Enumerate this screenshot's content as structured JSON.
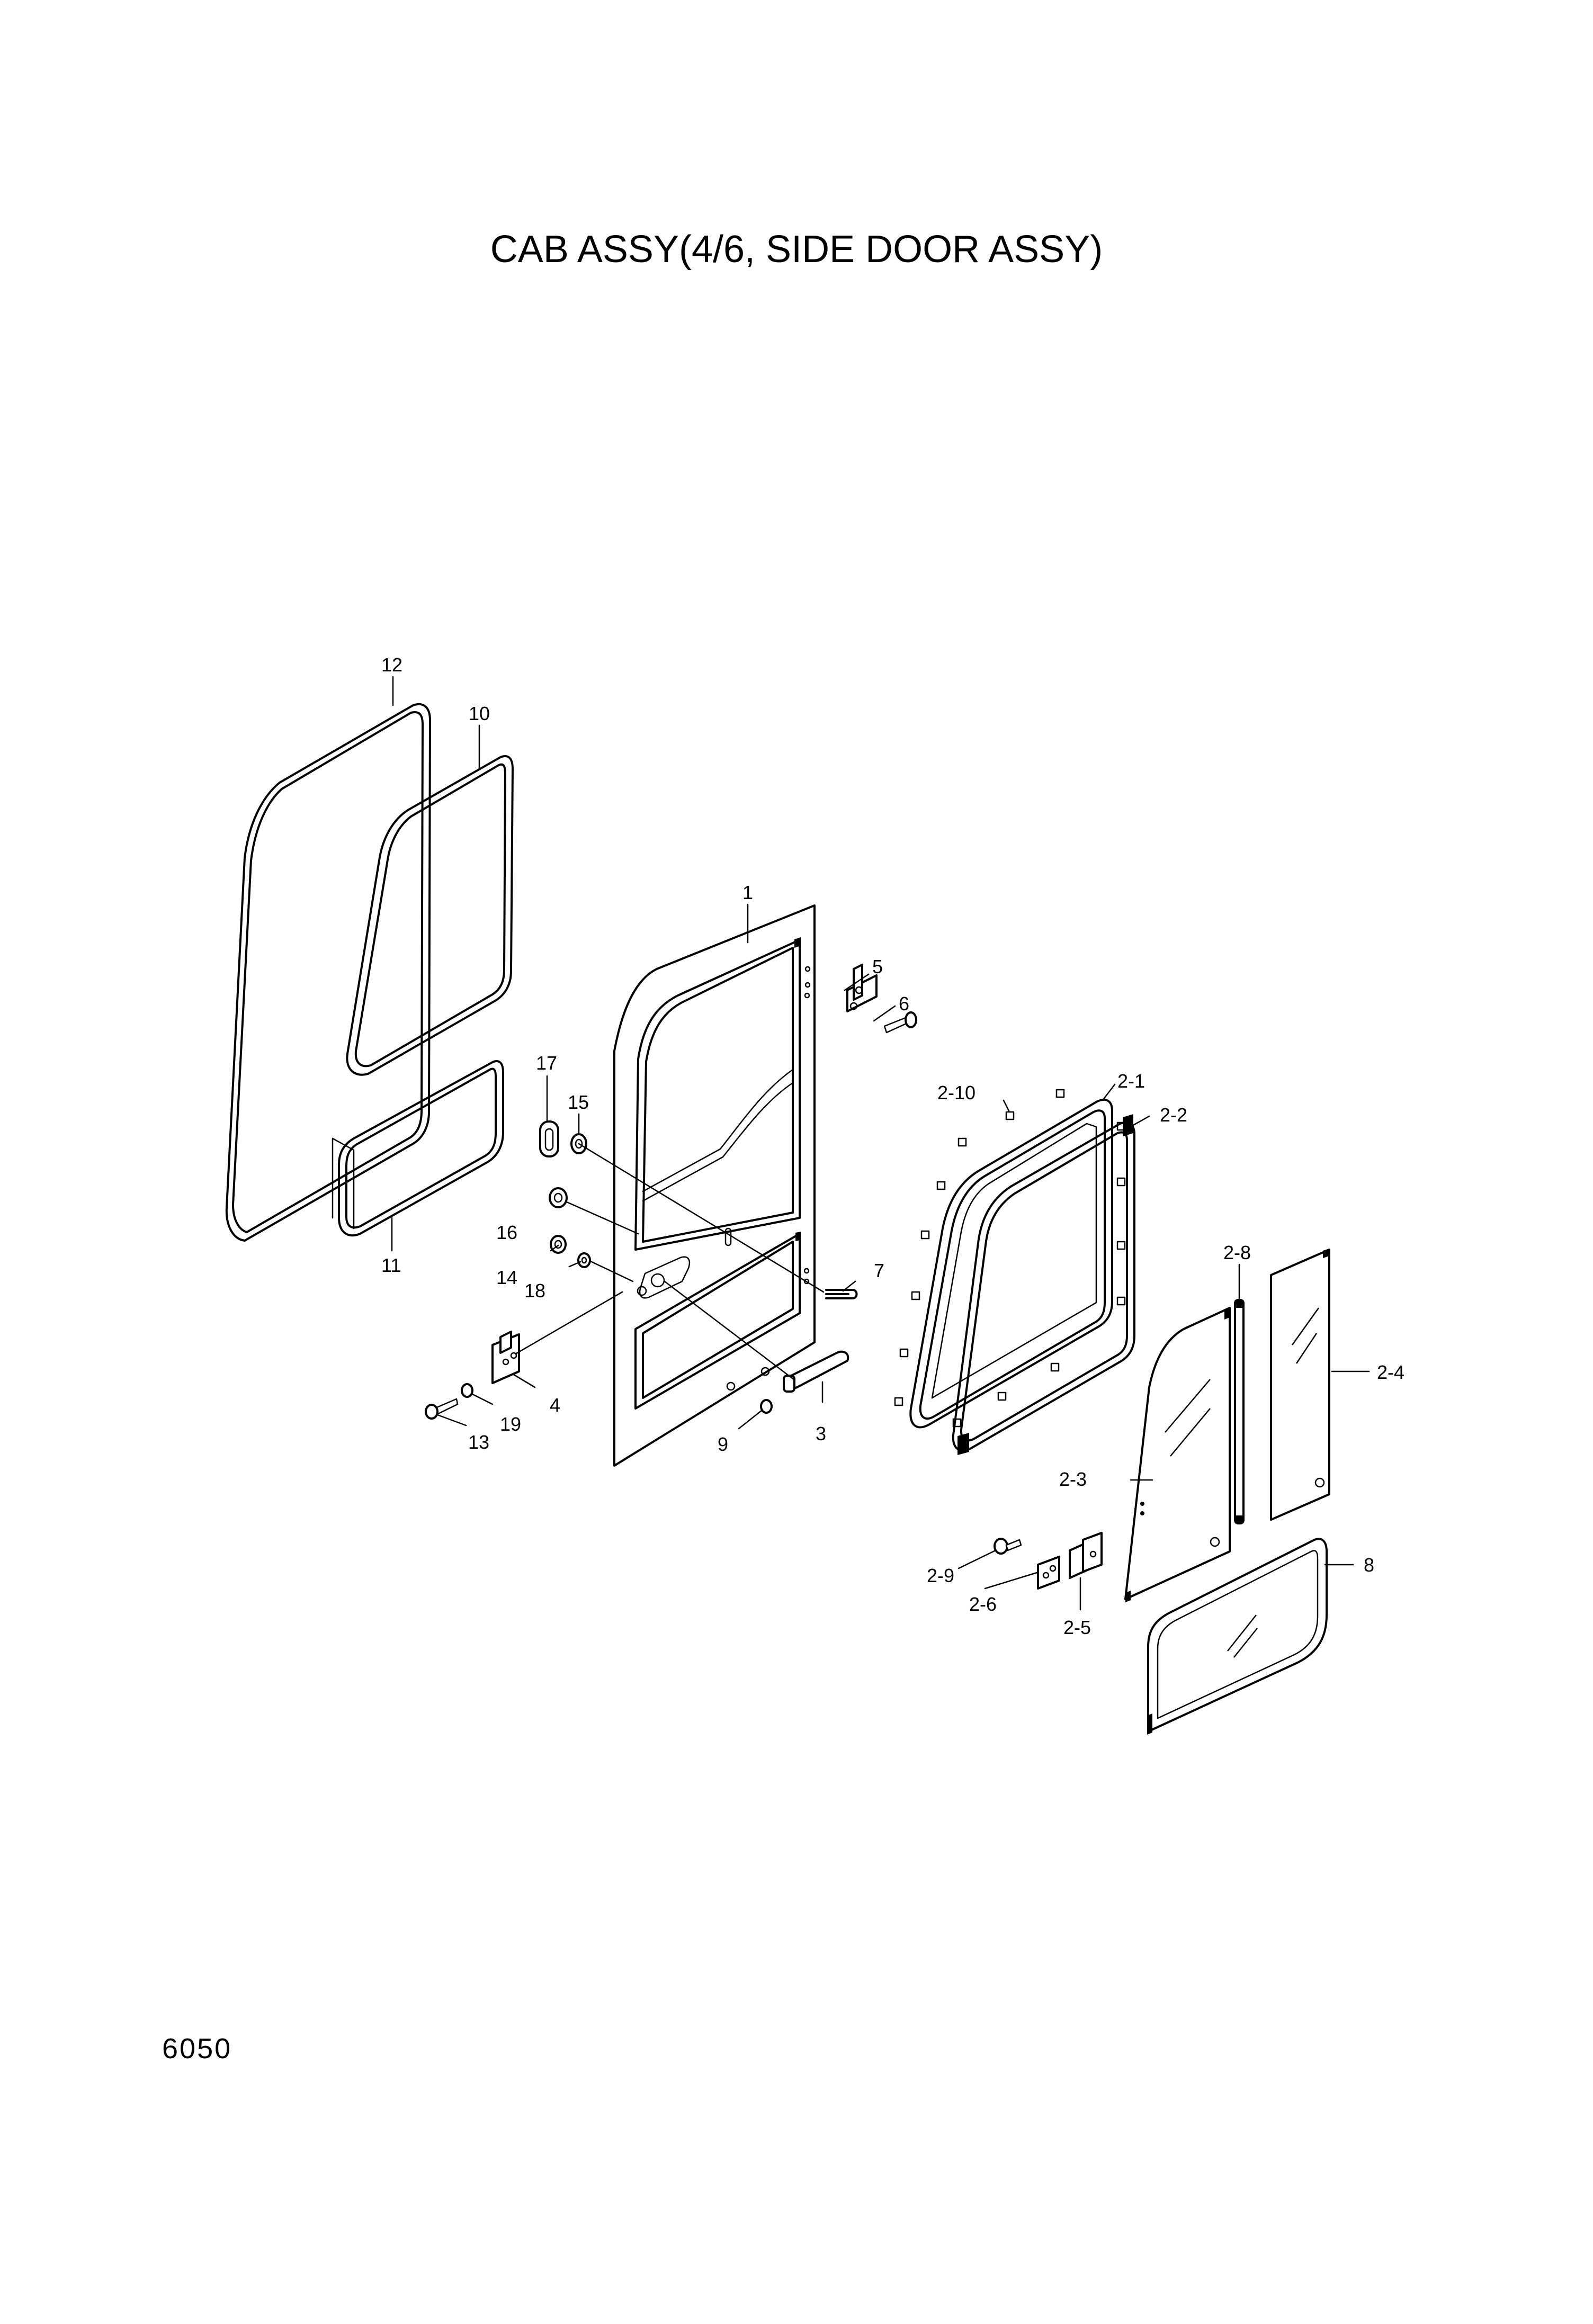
{
  "title": "CAB ASSY(4/6, SIDE DOOR ASSY)",
  "page_number": "6050",
  "callouts": {
    "c12": "12",
    "c10": "10",
    "c11": "11",
    "c1": "1",
    "c5": "5",
    "c6": "6",
    "c17": "17",
    "c15": "15",
    "c16": "16",
    "c14": "14",
    "c18": "18",
    "c7": "7",
    "c4": "4",
    "c19": "19",
    "c13": "13",
    "c9": "9",
    "c3": "3",
    "c2_10": "2-10",
    "c2_1": "2-1",
    "c2_2": "2-2",
    "c2_8": "2-8",
    "c2_4": "2-4",
    "c2_3": "2-3",
    "c8": "8",
    "c2_9": "2-9",
    "c2_6": "2-6",
    "c2_5": "2-5"
  }
}
